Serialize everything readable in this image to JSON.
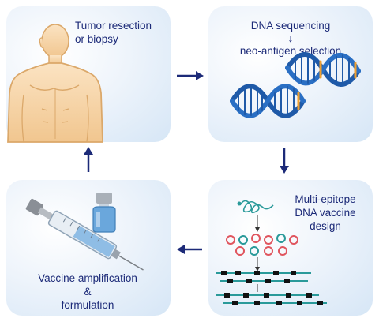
{
  "steps": {
    "tumor": {
      "line1": "Tumor resection",
      "line2": "or biopsy"
    },
    "sequencing": {
      "line1": "DNA sequencing",
      "arrow": "↓",
      "line2": "neo-antigen selection"
    },
    "design": {
      "line1": "Multi-epitope",
      "line2": "DNA vaccine",
      "line3": "design"
    },
    "vaccine": {
      "line1": "Vaccine amplification",
      "line2": "&",
      "line3": "formulation"
    }
  },
  "icons": [
    "human-body-icon",
    "dna-helix-icon",
    "epitope-construct-icon",
    "syringe-icon",
    "vial-icon"
  ],
  "colors": {
    "text": "#1c2a78",
    "arrow": "#1c2a78",
    "dna": "#1f5aa8",
    "highlight": "#f0a030",
    "skin": "#f4d2a6",
    "rings": "#e0555e",
    "bars": "#2a9a9a"
  }
}
